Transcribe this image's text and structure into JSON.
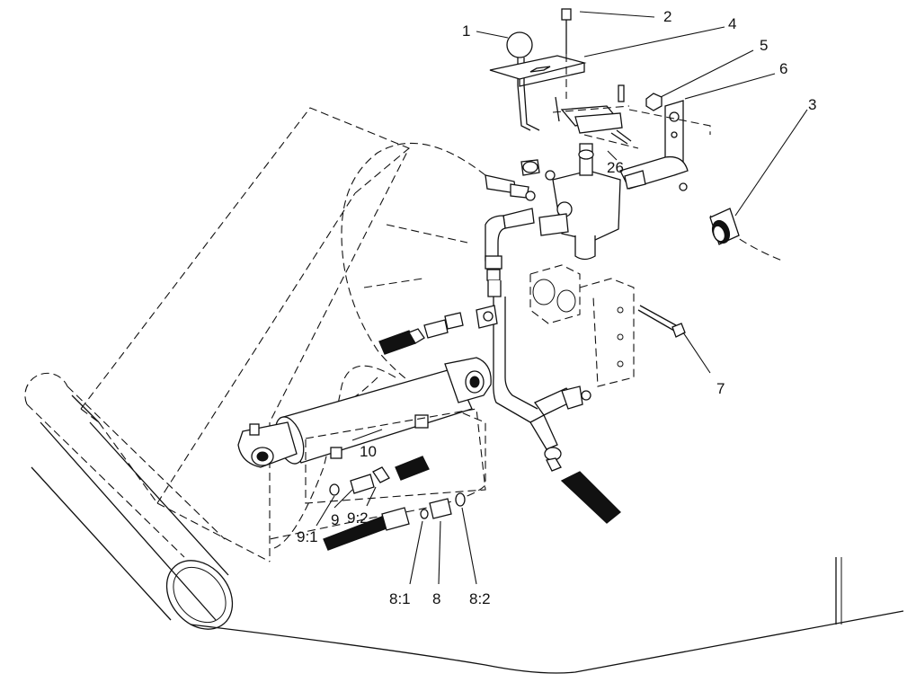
{
  "labels": {
    "l1": "1",
    "l2": "2",
    "l3": "3",
    "l4": "4",
    "l5": "5",
    "l6": "6",
    "l7": "7",
    "l8": "8",
    "l8_1": "8:1",
    "l8_2": "8:2",
    "l9": "9",
    "l9_1": "9:1",
    "l9_2": "9:2",
    "l10": "10",
    "l26": "26"
  }
}
